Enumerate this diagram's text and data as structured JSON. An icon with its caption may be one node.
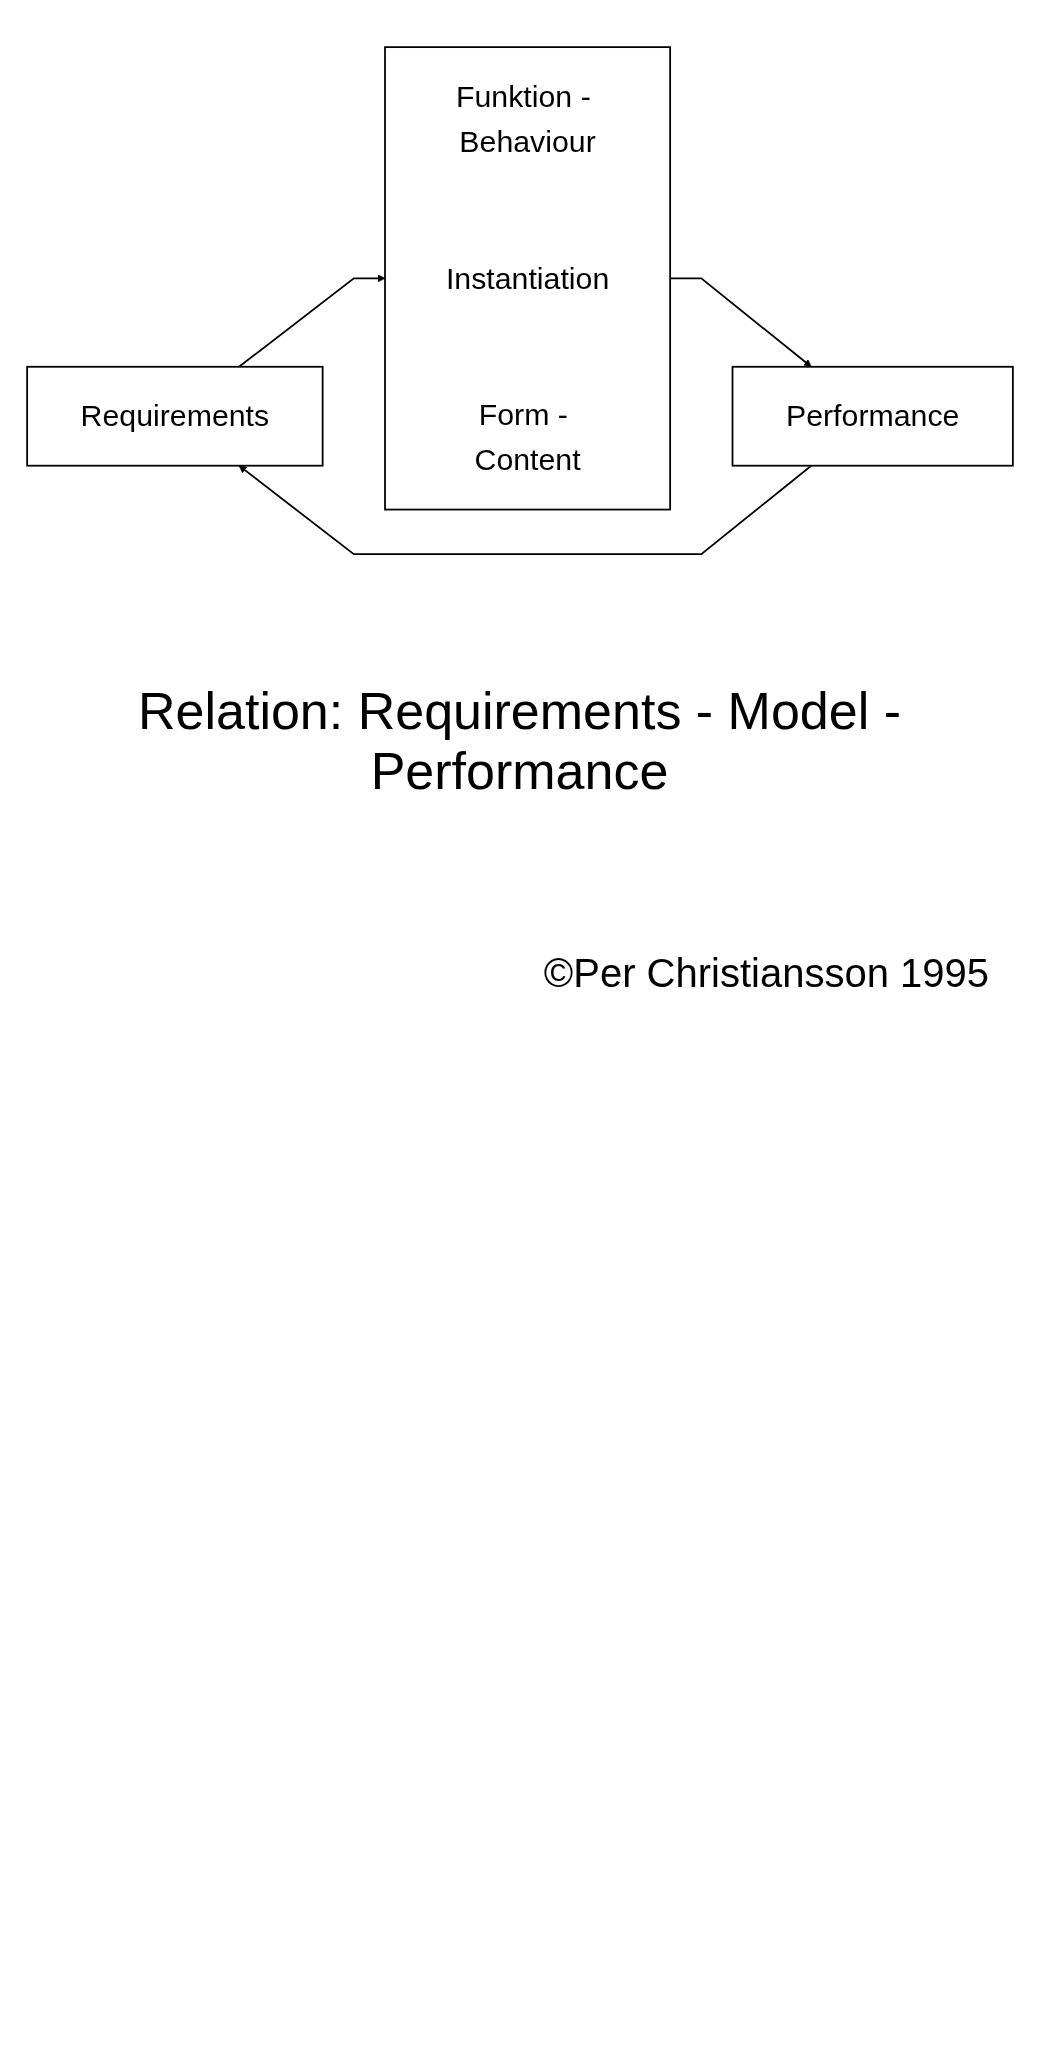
{
  "diagram": {
    "caption": "Relation: Requirements - Model - Performance",
    "nodes": [
      {
        "text": [
          "Requirements"
        ]
      },
      {
        "text": [
          "Funktion - Behaviour",
          "Instantiation",
          "Form - Content"
        ]
      },
      {
        "text": [
          "Performance"
        ]
      }
    ],
    "edges": [
      {
        "from": 0,
        "to": 1,
        "arrow": "to"
      },
      {
        "from": 1,
        "to": 2,
        "arrow": "to"
      },
      {
        "from": 2,
        "to": 0,
        "arrow": "to"
      }
    ],
    "labels": [
      "©Per Christiansson 1995"
    ]
  }
}
